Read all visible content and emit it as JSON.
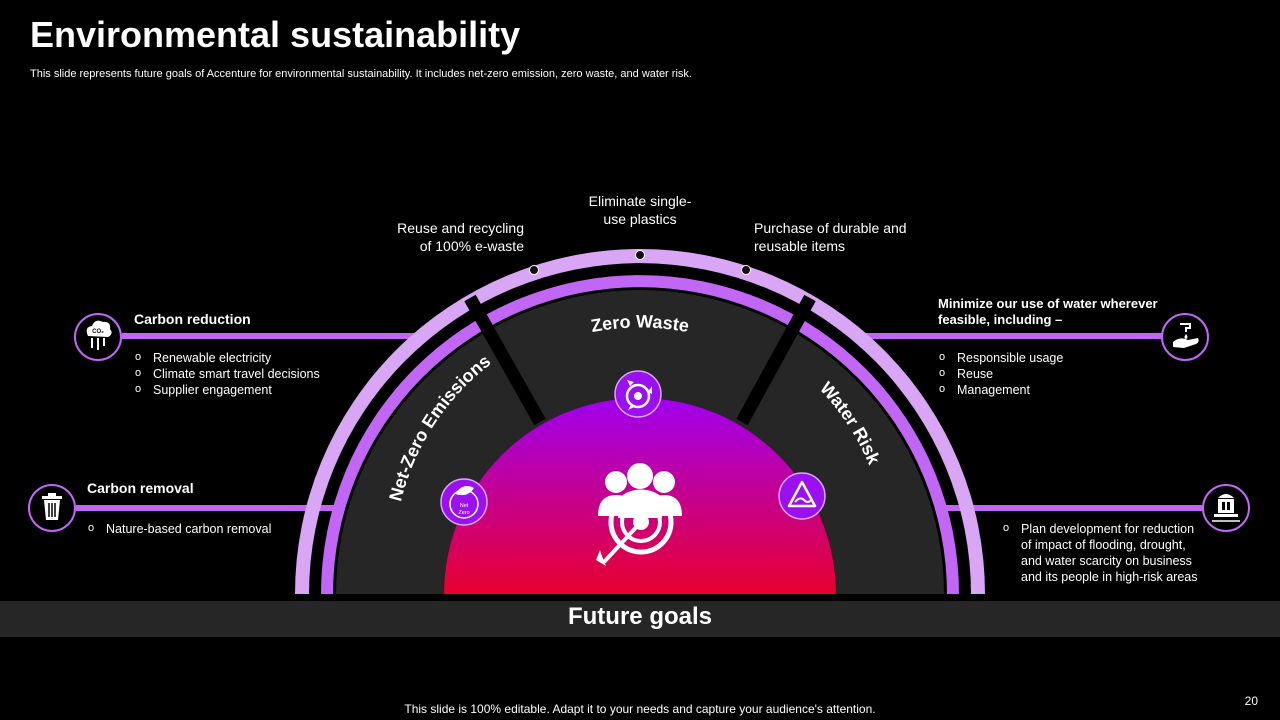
{
  "slide": {
    "title": "Environmental sustainability",
    "subtitle": "This slide represents future goals of Accenture for environmental sustainability. It includes net-zero emission, zero waste, and water risk.",
    "footer_title": "Future goals",
    "footnote": "This slide is 100% editable. Adapt it to your needs and capture your audience's attention.",
    "page_number": "20"
  },
  "segments": {
    "left": "Net-Zero Emissions",
    "middle": "Zero Waste",
    "right": "Water Risk"
  },
  "top_labels": {
    "left": "Reuse and recycling\nof 100% e-waste",
    "center": "Eliminate single-\nuse plastics",
    "right": "Purchase of durable and\nreusable items"
  },
  "left_panel": {
    "carbon_reduction": {
      "heading": "Carbon reduction",
      "items": [
        "Renewable electricity",
        "Climate smart travel decisions",
        "Supplier engagement"
      ]
    },
    "carbon_removal": {
      "heading": "Carbon removal",
      "items": [
        "Nature-based carbon removal"
      ]
    }
  },
  "right_panel": {
    "water_use": {
      "heading": "Minimize our use of water wherever\nfeasible, including –",
      "items": [
        "Responsible usage",
        "Reuse",
        "Management"
      ]
    },
    "water_plan": {
      "items": [
        "Plan development for reduction\nof impact of flooding, drought,\nand water scarcity on business\nand its people in high-risk areas"
      ]
    }
  },
  "icons": {
    "co2_cloud": "co2-cloud-icon",
    "trash_bin": "trash-bin-icon",
    "water_hand": "water-hand-icon",
    "dam": "dam-icon",
    "recycle": "recycle-icon",
    "net_zero_leaf": "net-zero-leaf-icon",
    "warning": "warning-icon",
    "team_target": "team-target-icon"
  },
  "net_zero_icon_text": [
    "Net",
    "Zero"
  ],
  "co2_text": "CO₂",
  "colors": {
    "background": "#000000",
    "arc_light": "#d8a6f5",
    "arc_mid": "#c266f5",
    "segment": "#262626",
    "center_top": "#a000f0",
    "center_bottom": "#e8002e",
    "icon_bg": "#9b10ee"
  }
}
